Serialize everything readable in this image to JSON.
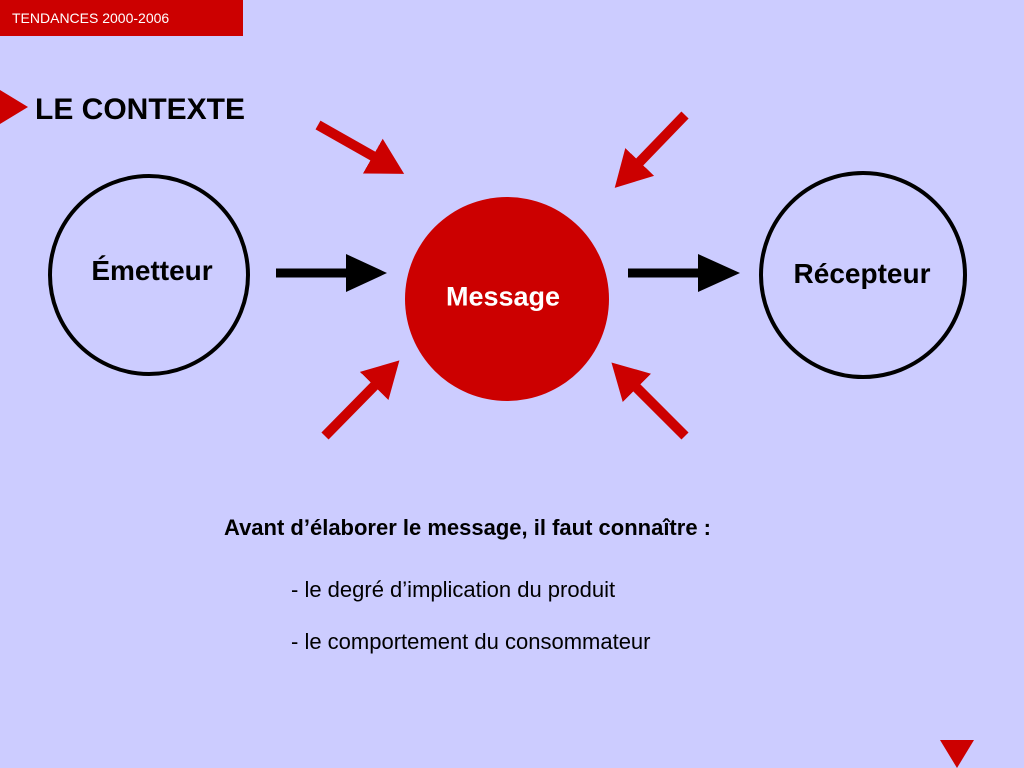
{
  "header": {
    "tag": "TENDANCES 2000-2006"
  },
  "slide": {
    "title": "LE CONTEXTE"
  },
  "diagram": {
    "sender": "Émetteur",
    "message": "Message",
    "receiver": "Récepteur"
  },
  "body": {
    "intro": "Avant d’élaborer le message, il faut connaître :",
    "bullets": [
      "- le degré d’implication du produit",
      "- le comportement du consommateur"
    ]
  },
  "colors": {
    "background": "#ccccff",
    "accent": "#cc0000",
    "text": "#000000"
  },
  "icons": {
    "title_marker": "right-triangle-icon",
    "next_marker": "down-triangle-icon"
  }
}
